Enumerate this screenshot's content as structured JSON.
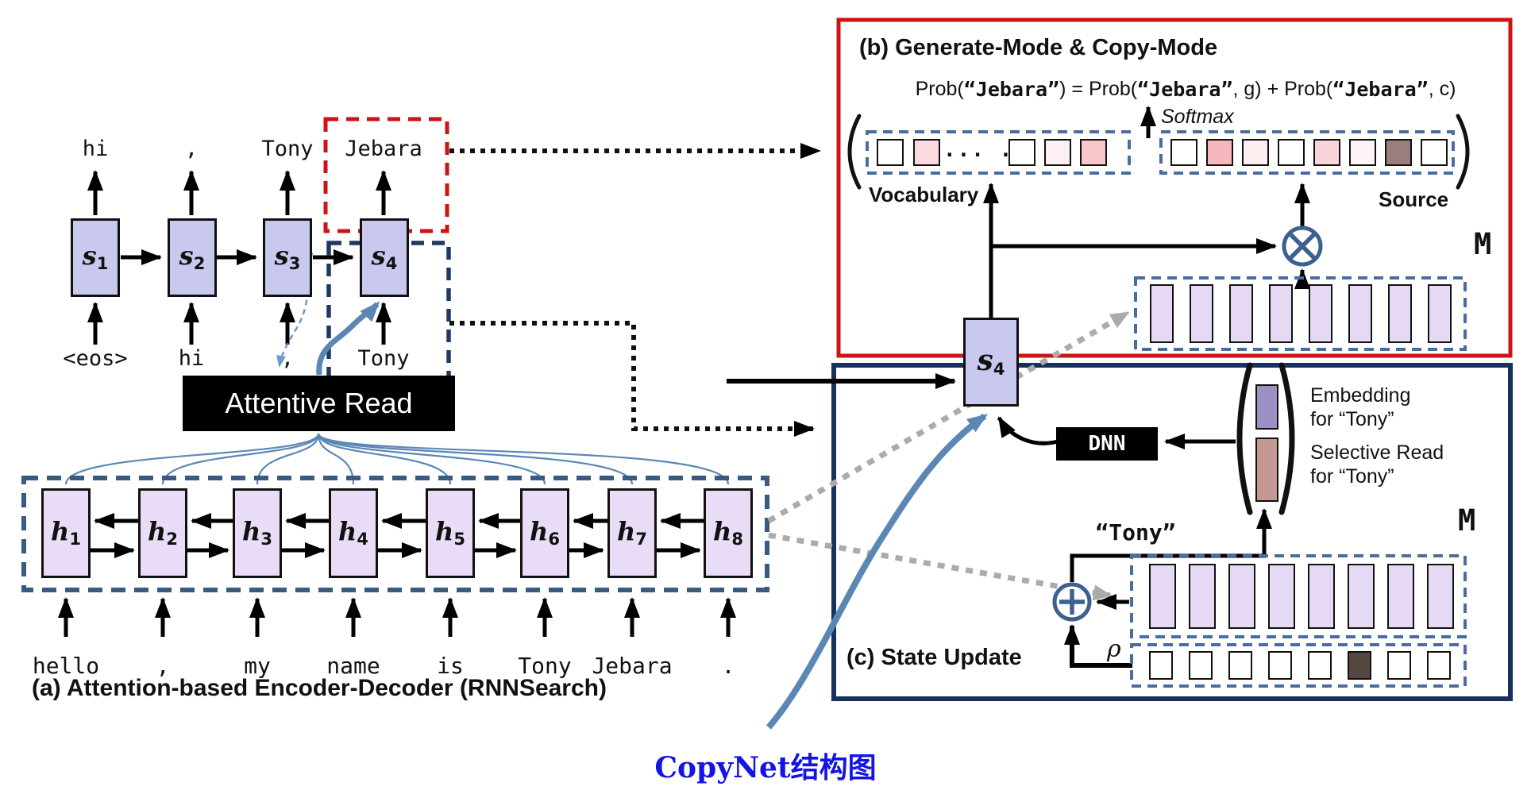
{
  "caption": {
    "text": "CopyNet结构图"
  },
  "panel_a": {
    "title": "(a) Attention-based Encoder-Decoder (RNNSearch)",
    "attentive_read": "Attentive Read",
    "decoder_outputs": [
      "hi",
      ",",
      "Tony",
      "Jebara"
    ],
    "decoder_inputs": [
      "<eos>",
      "hi",
      ",",
      "Tony"
    ],
    "decoder_states": [
      {
        "base": "s",
        "sub": "1"
      },
      {
        "base": "s",
        "sub": "2"
      },
      {
        "base": "s",
        "sub": "3"
      },
      {
        "base": "s",
        "sub": "4"
      }
    ],
    "encoder_states": [
      {
        "base": "h",
        "sub": "1"
      },
      {
        "base": "h",
        "sub": "2"
      },
      {
        "base": "h",
        "sub": "3"
      },
      {
        "base": "h",
        "sub": "4"
      },
      {
        "base": "h",
        "sub": "5"
      },
      {
        "base": "h",
        "sub": "6"
      },
      {
        "base": "h",
        "sub": "7"
      },
      {
        "base": "h",
        "sub": "8"
      }
    ],
    "encoder_words": [
      "hello",
      ",",
      "my",
      "name",
      "is",
      "Tony",
      "Jebara",
      "."
    ]
  },
  "panel_b": {
    "title": "(b) Generate-Mode & Copy-Mode",
    "formula": [
      {
        "t": "Prob(",
        "mono": false
      },
      {
        "t": "“Jebara”",
        "mono": true
      },
      {
        "t": ") = Prob(",
        "mono": false
      },
      {
        "t": "“Jebara”",
        "mono": true
      },
      {
        "t": ", g) + Prob(",
        "mono": false
      },
      {
        "t": "“Jebara”",
        "mono": true
      },
      {
        "t": ", c)",
        "mono": false
      }
    ],
    "softmax": "Softmax",
    "vocabulary": "Vocabulary",
    "source": "Source",
    "matrix_label": "M",
    "vocab_dots": "... ..",
    "vocab_cells": [
      "#ffffff",
      "#fbd9dd",
      "#ffffff",
      "#fdf0f2",
      "#f8c6cb"
    ],
    "source_cells": [
      "#ffffff",
      "#f6b8bc",
      "#fdeef0",
      "#ffffff",
      "#fad3d8",
      "#fdf4f6",
      "#9b7d7d",
      "#ffffff"
    ]
  },
  "panel_c": {
    "title": "(c) State Update",
    "dnn": "DNN",
    "state": {
      "base": "s",
      "sub": "4"
    },
    "embedding_line1": "Embedding",
    "embedding_line2": "for “Tony”",
    "selective_line1": "Selective Read",
    "selective_line2": "for “Tony”",
    "tony": "“Tony”",
    "rho": "ρ",
    "matrix_label": "M",
    "rho_cells": [
      "#ffffff",
      "#ffffff",
      "#ffffff",
      "#ffffff",
      "#ffffff",
      "#564741",
      "#ffffff",
      "#ffffff"
    ]
  },
  "colors": {
    "generate_box_border": "#cc1414",
    "state_update_box_border": "#17315c",
    "decoder_copy_dash": "#1f3864",
    "encoder_dash": "#3b5a80",
    "cell_dash": "#4a6da0",
    "state_fill": "#c9c9f0",
    "encoder_fill": "#e9dcf6",
    "matrix_bar": "#e6d9f4",
    "embedding_bar": "#9c8fc4",
    "selective_bar": "#c49793",
    "attention_blue": "#5b87b5",
    "gray_dotted": "#ababab"
  }
}
